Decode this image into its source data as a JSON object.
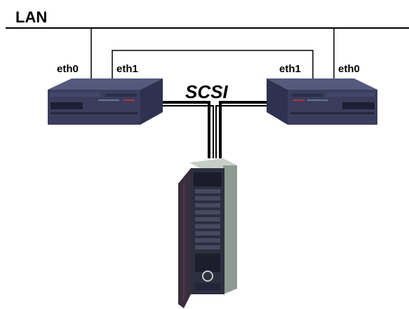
{
  "network": {
    "lan_label": "LAN",
    "bus_label": "SCSI"
  },
  "servers": {
    "left": {
      "ports": {
        "outer": "eth0",
        "inner": "eth1"
      }
    },
    "right": {
      "ports": {
        "inner": "eth1",
        "outer": "eth0"
      }
    }
  },
  "colors": {
    "line": "#000000",
    "server_body": "#3a3d5c",
    "server_top": "#4c5070",
    "server_front": "#23263d",
    "accent": "#b8323a",
    "storage_body": "#2c2f3f",
    "storage_side": "#9aa39c"
  },
  "icons": {
    "left_server": "server-icon",
    "right_server": "server-icon",
    "storage": "storage-array-icon"
  }
}
